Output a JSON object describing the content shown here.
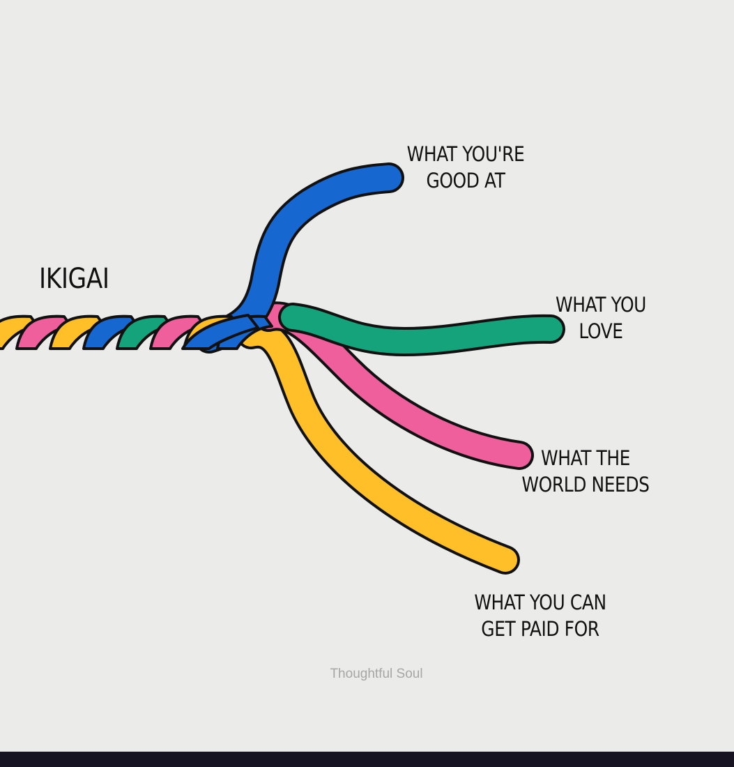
{
  "title": "IKIGAI",
  "strands": [
    {
      "id": "good-at",
      "line1": "WHAT YOU'RE",
      "line2": "GOOD AT",
      "color": "#1767d1"
    },
    {
      "id": "love",
      "line1": "WHAT YOU",
      "line2": "LOVE",
      "color": "#14a37a"
    },
    {
      "id": "world-needs",
      "line1": "WHAT THE",
      "line2": "WORLD NEEDS",
      "color": "#ef5f9c"
    },
    {
      "id": "paid-for",
      "line1": "WHAT YOU CAN",
      "line2": "GET PAID FOR",
      "color": "#ffbf28"
    }
  ],
  "credit": "Thoughtful Soul",
  "colors": {
    "background": "#ebebea",
    "outline": "#111111",
    "bottom_bar": "#171323"
  }
}
